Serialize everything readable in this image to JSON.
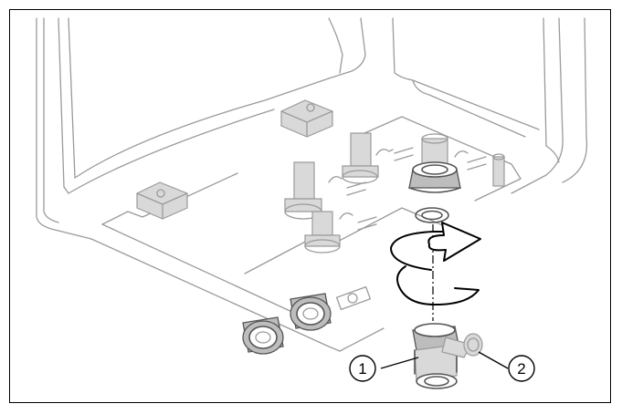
{
  "figure": {
    "callouts": [
      {
        "id": "1",
        "label": "1"
      },
      {
        "id": "2",
        "label": "2"
      }
    ]
  },
  "colors": {
    "line": "#9a9a9a",
    "line_dark": "#555555",
    "emphasis": "#000000",
    "fill_light": "#d9d9d9",
    "fill_dark": "#bdbdbd"
  },
  "icons": [
    "rotation-arrow-icon",
    "fitting-part-icon",
    "valve-part-icon",
    "seal-ring-icon",
    "union-nut-icon"
  ]
}
